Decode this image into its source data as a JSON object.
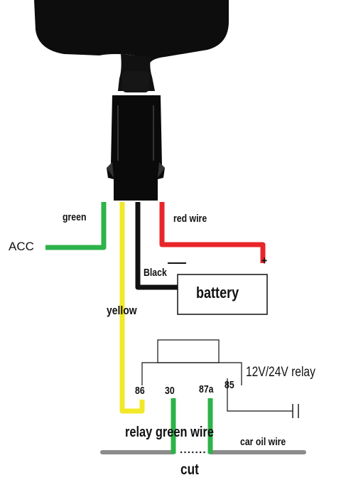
{
  "labels": {
    "acc": "ACC",
    "green": "green",
    "red_wire": "red wire",
    "black": "Black",
    "battery": "battery",
    "plus": "+",
    "yellow": "yellow",
    "relay_type": "12V/24V relay",
    "pin_86": "86",
    "pin_30": "30",
    "pin_87a": "87a",
    "pin_85": "85",
    "relay_green_wire": "relay green wire",
    "car_oil_wire": "car oil wire",
    "cut": "cut"
  },
  "colors": {
    "green_wire": "#2db34a",
    "red_wire": "#e8262a",
    "yellow_wire": "#f2e828",
    "black_wire": "#111111",
    "device": "#0d0d0d",
    "oil_wire": "#8c8c8c"
  },
  "icons": {
    "ground_symbol": "ground-capacitor-icon",
    "gps_tracker": "gps-tracker-device-icon"
  }
}
